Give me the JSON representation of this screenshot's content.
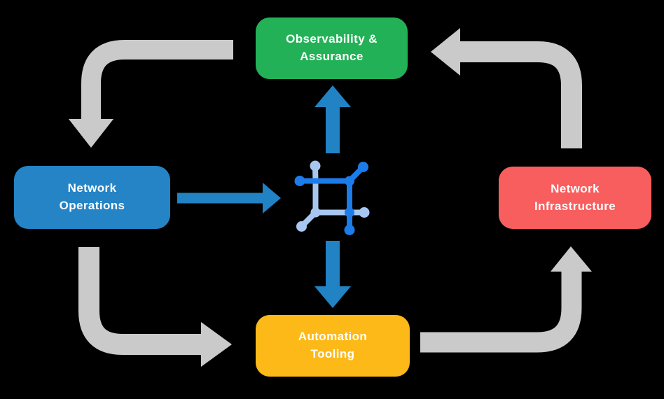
{
  "colors": {
    "background": "#000000",
    "text": "#FFFFFF",
    "observability_green": "#23B157",
    "operations_blue": "#2484C5",
    "infrastructure_red": "#F85E5E",
    "automation_yellow": "#FCB918",
    "cycle_arrow_gray": "#CACACA",
    "flow_arrow_blue": "#2182C4",
    "icon_blue_dark": "#1C7CE9",
    "icon_blue_light": "#A8C7F0"
  },
  "nodes": {
    "observability": {
      "label": "Observability &\nAssurance",
      "color": "#23B157"
    },
    "operations": {
      "label": "Network\nOperations",
      "color": "#2484C5"
    },
    "infrastructure": {
      "label": "Network\nInfrastructure",
      "color": "#F85E5E"
    },
    "automation": {
      "label": "Automation\nTooling",
      "color": "#FCB918"
    }
  },
  "center_icon": {
    "name": "network-mesh-icon"
  },
  "flows": [
    {
      "from": "Observability & Assurance",
      "to": "Network Operations",
      "style": "gray-cycle"
    },
    {
      "from": "Network Operations",
      "to": "Automation Tooling",
      "style": "gray-cycle"
    },
    {
      "from": "Automation Tooling",
      "to": "Network Infrastructure",
      "style": "gray-cycle"
    },
    {
      "from": "Network Infrastructure",
      "to": "Observability & Assurance",
      "style": "gray-cycle"
    },
    {
      "from": "Network Operations",
      "to": "center-icon",
      "style": "blue-direct"
    },
    {
      "from": "center-icon",
      "to": "Observability & Assurance",
      "style": "blue-direct"
    },
    {
      "from": "center-icon",
      "to": "Automation Tooling",
      "style": "blue-direct"
    }
  ]
}
